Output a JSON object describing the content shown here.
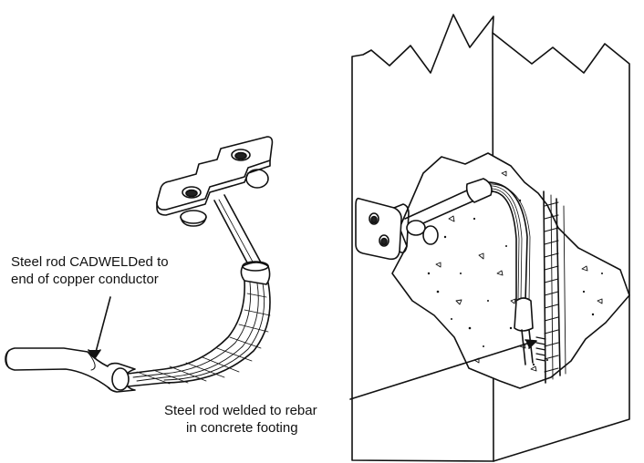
{
  "labels": {
    "cadweld": {
      "line1": "Steel rod CADWELDed to",
      "line2": "end of copper conductor"
    },
    "rebar_weld": {
      "line1": "Steel rod welded to rebar",
      "line2": "in concrete footing"
    }
  },
  "colors": {
    "ink": "#111111",
    "background": "#ffffff"
  }
}
